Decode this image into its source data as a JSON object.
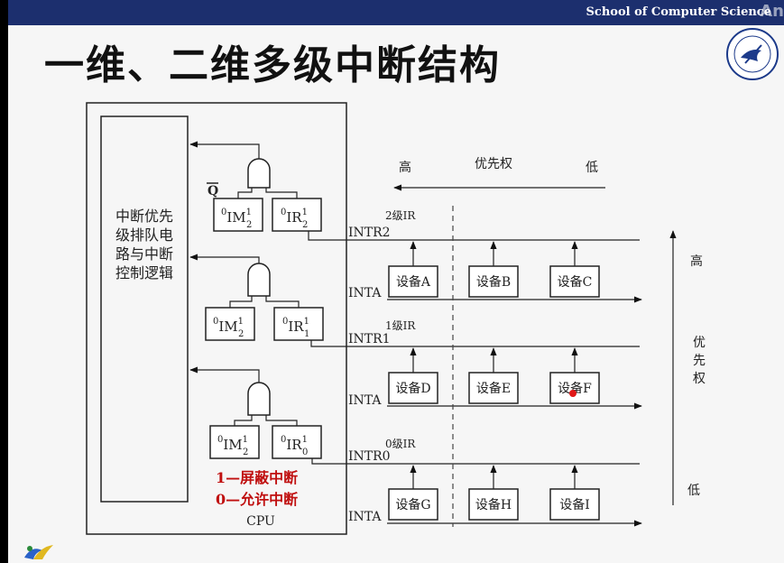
{
  "header": {
    "school": "School of Computer Science",
    "overlay": "An"
  },
  "slide_title": "一维、二维多级中断结构",
  "cpu": {
    "control_logic": [
      "中断优先",
      "级排队电",
      "路与中断",
      "控制逻辑"
    ],
    "q_bar": "Q",
    "label": "CPU",
    "legend": [
      "1—屏蔽中断",
      "0—允许中断"
    ],
    "registers": [
      {
        "im_pre": "0",
        "im_base": "IM",
        "im_sup": "1",
        "im_sub": "2",
        "ir_pre": "0",
        "ir_base": "IR",
        "ir_sup": "1",
        "ir_sub": "2"
      },
      {
        "im_pre": "0",
        "im_base": "IM",
        "im_sup": "1",
        "im_sub": "2",
        "ir_pre": "0",
        "ir_base": "IR",
        "ir_sup": "1",
        "ir_sub": "1"
      },
      {
        "im_pre": "0",
        "im_base": "IM",
        "im_sup": "1",
        "im_sub": "2",
        "ir_pre": "0",
        "ir_base": "IR",
        "ir_sup": "1",
        "ir_sub": "0"
      }
    ]
  },
  "priority_top": {
    "high": "高",
    "label": "优先权",
    "low": "低"
  },
  "priority_side": {
    "high": "高",
    "label": [
      "优",
      "先",
      "权"
    ],
    "low": "低"
  },
  "levels": [
    {
      "ir": "2级IR",
      "intr": "INTR2",
      "inta": "INTA",
      "devices": [
        "设备A",
        "设备B",
        "设备C"
      ]
    },
    {
      "ir": "1级IR",
      "intr": "INTR1",
      "inta": "INTA",
      "devices": [
        "设备D",
        "设备E",
        "设备F"
      ]
    },
    {
      "ir": "0级IR",
      "intr": "INTR0",
      "inta": "INTA",
      "devices": [
        "设备G",
        "设备H",
        "设备I"
      ]
    }
  ],
  "colors": {
    "header_bg": "#1c2f6e",
    "legend_text": "#c01010",
    "cursor_dot": "#e01818"
  }
}
